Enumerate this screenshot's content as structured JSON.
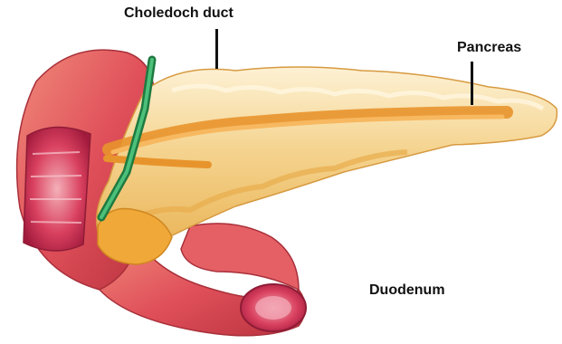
{
  "labels": {
    "choledoch_duct": "Choledoch duct",
    "pancreas": "Pancreas",
    "duodenum": "Duodenum"
  },
  "colors": {
    "pancreas_fill": "#f3cf86",
    "pancreas_light": "#fbe9c2",
    "pancreatic_duct": "#e8942c",
    "duodenum_outer": "#e8555a",
    "duodenum_inner": "#c8234f",
    "bile_duct": "#2e9a55"
  }
}
